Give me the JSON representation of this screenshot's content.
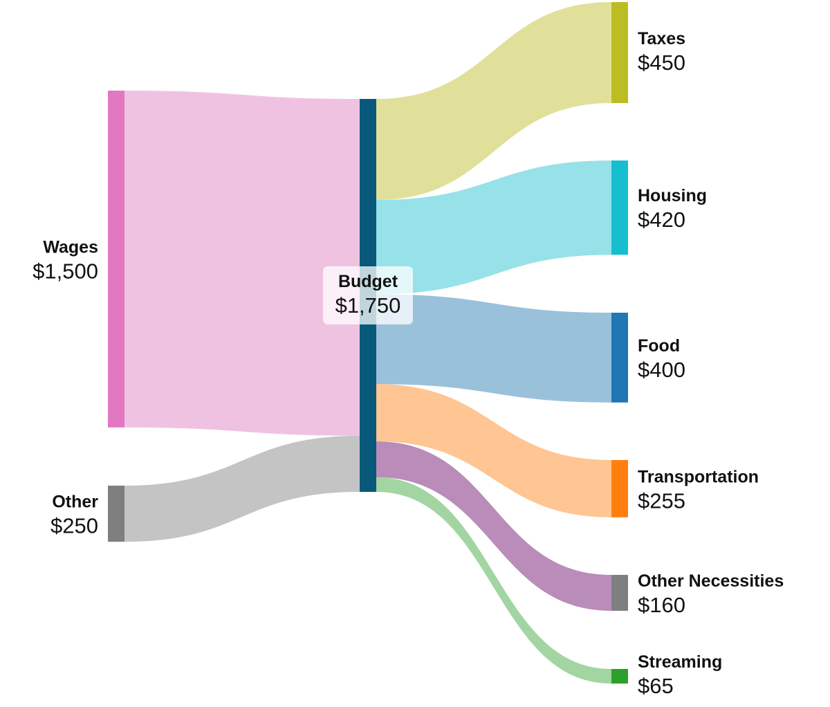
{
  "chart_data": {
    "type": "sankey",
    "currency_prefix": "$",
    "nodes": [
      {
        "id": "wages",
        "name": "Wages",
        "value": 1500,
        "column": 0,
        "color": "#e377c2"
      },
      {
        "id": "other",
        "name": "Other",
        "value": 250,
        "column": 0,
        "color": "#7f7f7f"
      },
      {
        "id": "budget",
        "name": "Budget",
        "value": 1750,
        "column": 1,
        "color": "#08587a"
      },
      {
        "id": "taxes",
        "name": "Taxes",
        "value": 450,
        "column": 2,
        "color": "#bcbd22"
      },
      {
        "id": "housing",
        "name": "Housing",
        "value": 420,
        "column": 2,
        "color": "#17becf"
      },
      {
        "id": "food",
        "name": "Food",
        "value": 400,
        "column": 2,
        "color": "#1f77b4"
      },
      {
        "id": "transportation",
        "name": "Transportation",
        "value": 255,
        "column": 2,
        "color": "#ff7f0e"
      },
      {
        "id": "other-necessities",
        "name": "Other Necessities",
        "value": 160,
        "column": 2,
        "color": "#7f7f7f"
      },
      {
        "id": "streaming",
        "name": "Streaming",
        "value": 65,
        "column": 2,
        "color": "#2ca02c"
      }
    ],
    "links": [
      {
        "source": "wages",
        "target": "budget",
        "value": 1500,
        "color": "#f0c2e1"
      },
      {
        "source": "other",
        "target": "budget",
        "value": 250,
        "color": "#c4c4c4"
      },
      {
        "source": "budget",
        "target": "taxes",
        "value": 450,
        "color": "#e1e09a"
      },
      {
        "source": "budget",
        "target": "housing",
        "value": 420,
        "color": "#96e2e8"
      },
      {
        "source": "budget",
        "target": "food",
        "value": 400,
        "color": "#9ac1da"
      },
      {
        "source": "budget",
        "target": "transportation",
        "value": 255,
        "color": "#ffc593"
      },
      {
        "source": "budget",
        "target": "other-necessities",
        "value": 160,
        "color": "#ba8cba"
      },
      {
        "source": "budget",
        "target": "streaming",
        "value": 65,
        "color": "#a2d5a2"
      }
    ]
  }
}
